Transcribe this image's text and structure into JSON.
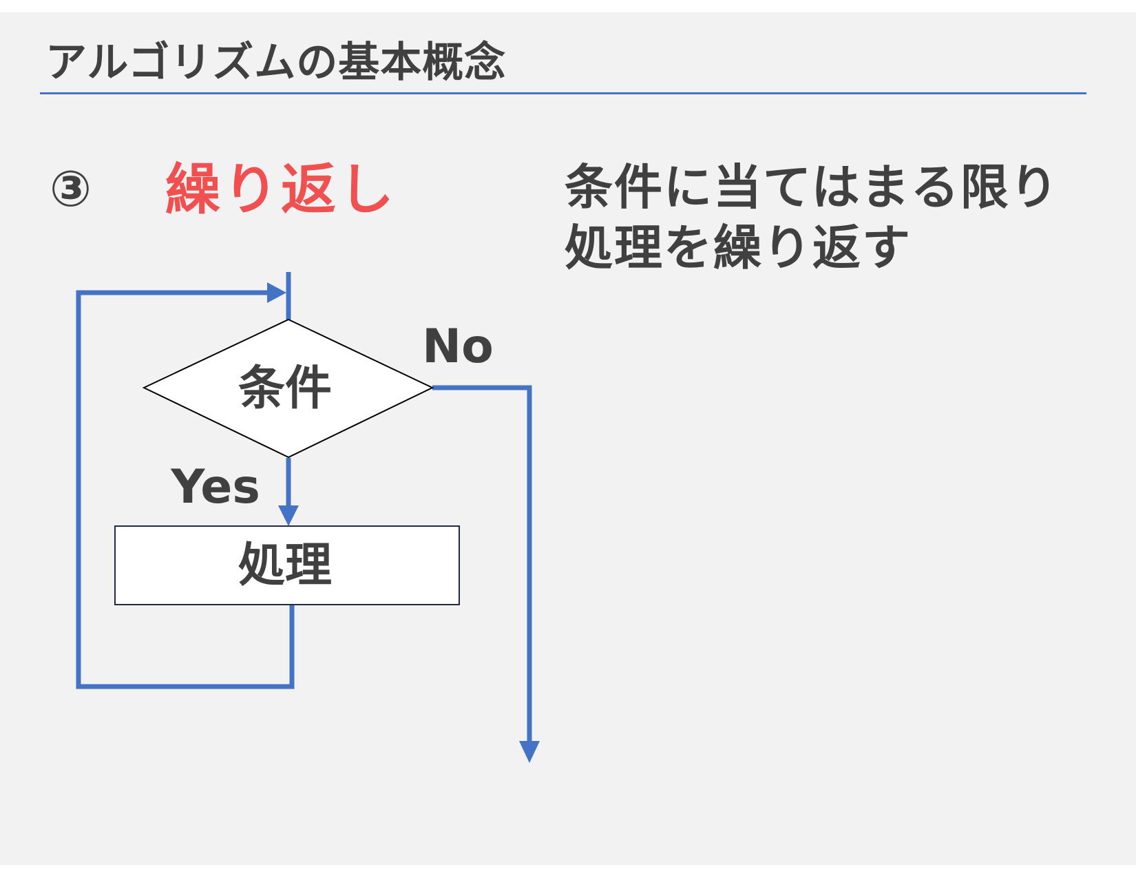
{
  "slide": {
    "title": "アルゴリズムの基本概念",
    "section_number": "③",
    "section_title": "繰り返し",
    "description_lines": [
      "条件に当てはまる限り",
      "処理を繰り返す"
    ]
  },
  "flowchart": {
    "condition_label": "条件",
    "process_label": "処理",
    "yes_label": "Yes",
    "no_label": "No"
  },
  "colors": {
    "accent": "#4472c4",
    "highlight": "#f05050",
    "text": "#404040",
    "background": "#f2f2f2"
  }
}
